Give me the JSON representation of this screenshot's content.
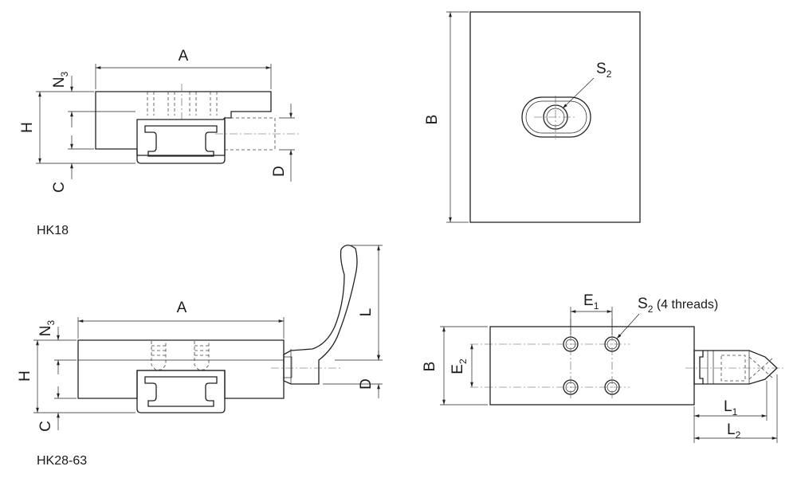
{
  "drawing": {
    "hk18": {
      "caption": "HK18",
      "labels": {
        "a": "A",
        "n": "N",
        "n_sub": "3",
        "h": "H",
        "c": "C",
        "d": "D"
      }
    },
    "hk18_top": {
      "labels": {
        "b": "B",
        "s": "S",
        "s_sub": "2"
      }
    },
    "hk28": {
      "caption": "HK28-63",
      "labels": {
        "a": "A",
        "n": "N",
        "n_sub": "3",
        "h": "H",
        "c": "C",
        "l": "L",
        "d": "D"
      }
    },
    "hk28_top": {
      "labels": {
        "e1": "E",
        "e1_sub": "1",
        "s": "S",
        "s_sub": "2",
        "s_note": " (4 threads)",
        "b": "B",
        "e2": "E",
        "e2_sub": "2",
        "l1": "L",
        "l1_sub": "1",
        "l2": "L",
        "l2_sub": "2"
      }
    },
    "colors": {
      "line": "#222222",
      "background": "#ffffff"
    }
  }
}
